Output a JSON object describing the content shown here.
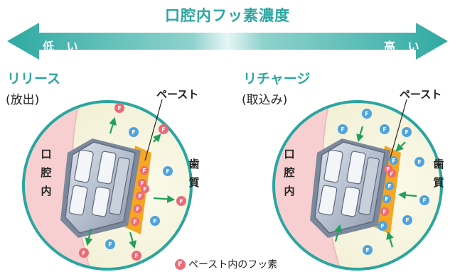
{
  "title": "口腔内フッ素濃度",
  "arrow": {
    "left_label": "低 い",
    "right_label": "高 い"
  },
  "release": {
    "title": "リリース",
    "subtitle": "(放出)",
    "paste_label": "ペースト",
    "mouth_label": [
      "口",
      "腔",
      "内"
    ],
    "tooth_label": [
      "歯",
      "質"
    ]
  },
  "recharge": {
    "title": "リチャージ",
    "subtitle": "(取込み)",
    "paste_label": "ペースト",
    "mouth_label": [
      "口",
      "腔",
      "内"
    ],
    "tooth_label": [
      "歯",
      "質"
    ]
  },
  "legend": {
    "marker": "F",
    "text": "ペースト内のフッ素"
  },
  "colors": {
    "teal": "#2aa6a0",
    "fluoride_blue": "#4fa3e0",
    "fluoride_red": "#ec6a75",
    "paste_orange": "#f5a623",
    "arrow_green": "#22a05a"
  }
}
